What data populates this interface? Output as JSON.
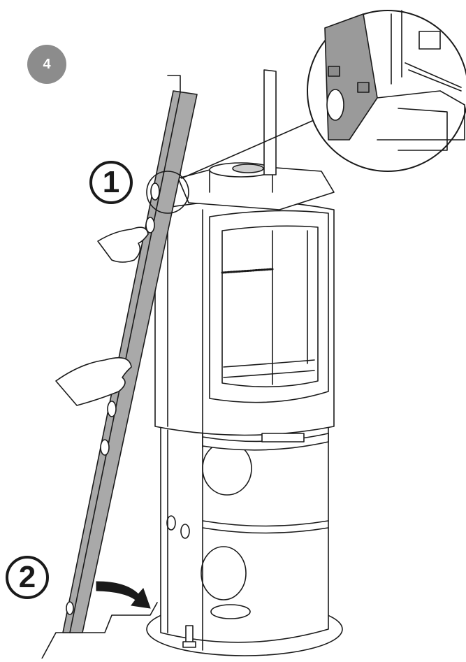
{
  "step": {
    "number": "4"
  },
  "callouts": [
    {
      "label": "1"
    },
    {
      "label": "2"
    }
  ],
  "colors": {
    "rail": "#a9a9a9",
    "outline": "#1a1a1a",
    "badge": "#8c8c8c",
    "detail_rail": "#9a9a9a"
  }
}
